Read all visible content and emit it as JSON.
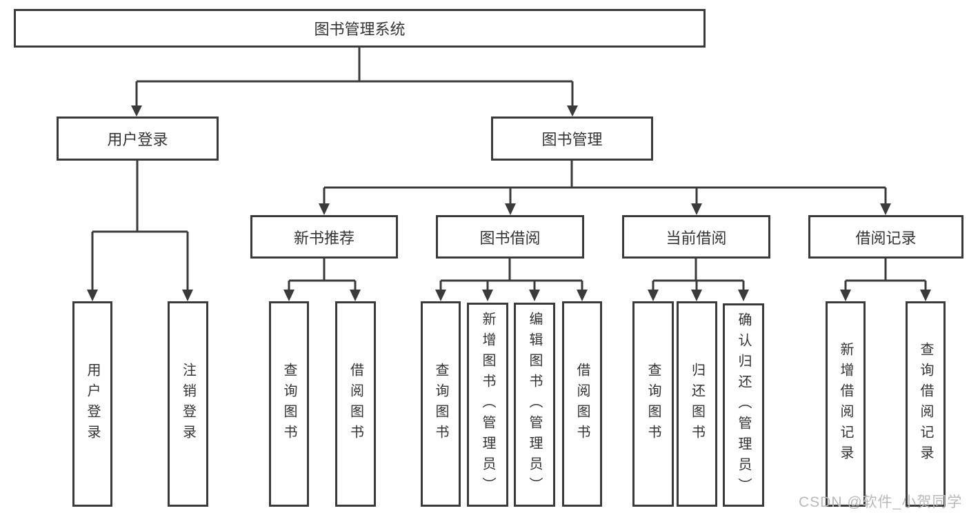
{
  "tree": {
    "root": {
      "label": "图书管理系统"
    },
    "children": [
      {
        "label": "用户登录",
        "children": [
          {
            "label": "用户登录"
          },
          {
            "label": "注销登录"
          }
        ]
      },
      {
        "label": "图书管理",
        "children": [
          {
            "label": "新书推荐",
            "children": [
              {
                "label": "查询图书"
              },
              {
                "label": "借阅图书"
              }
            ]
          },
          {
            "label": "图书借阅",
            "children": [
              {
                "label": "查询图书"
              },
              {
                "label": "新增图书（管理员）"
              },
              {
                "label": "编辑图书（管理员）"
              },
              {
                "label": "借阅图书"
              }
            ]
          },
          {
            "label": "当前借阅",
            "children": [
              {
                "label": "查询图书"
              },
              {
                "label": "归还图书"
              },
              {
                "label": "确认归还（管理员）"
              }
            ]
          },
          {
            "label": "借阅记录",
            "children": [
              {
                "label": "新增借阅记录"
              },
              {
                "label": "查询借阅记录"
              }
            ]
          }
        ]
      }
    ]
  },
  "watermark": "CSDN @软件_小贺同学",
  "colors": {
    "line": "#3a3a3a",
    "text": "#333333",
    "watermark": "#b9b9b9",
    "background": "#ffffff"
  }
}
